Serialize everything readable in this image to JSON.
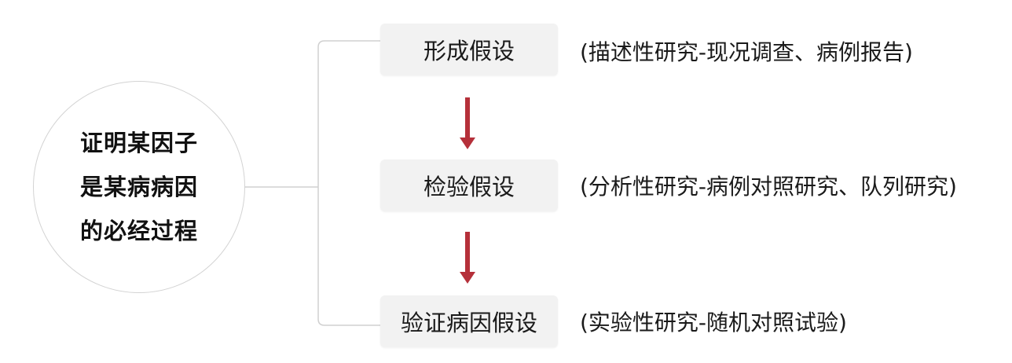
{
  "center": {
    "lines": [
      "证明某因子",
      "是某病病因",
      "的必经过程"
    ]
  },
  "steps": [
    {
      "label": "形成假设",
      "note": "(描述性研究-现况调查、病例报告)"
    },
    {
      "label": "检验假设",
      "note": "(分析性研究-病例对照研究、队列研究)"
    },
    {
      "label": "验证病因假设",
      "note": "(实验性研究-随机对照试验)"
    }
  ],
  "colors": {
    "arrow": "#b5303a",
    "connector": "#d0d0d0",
    "box": "#f2f2f2"
  }
}
